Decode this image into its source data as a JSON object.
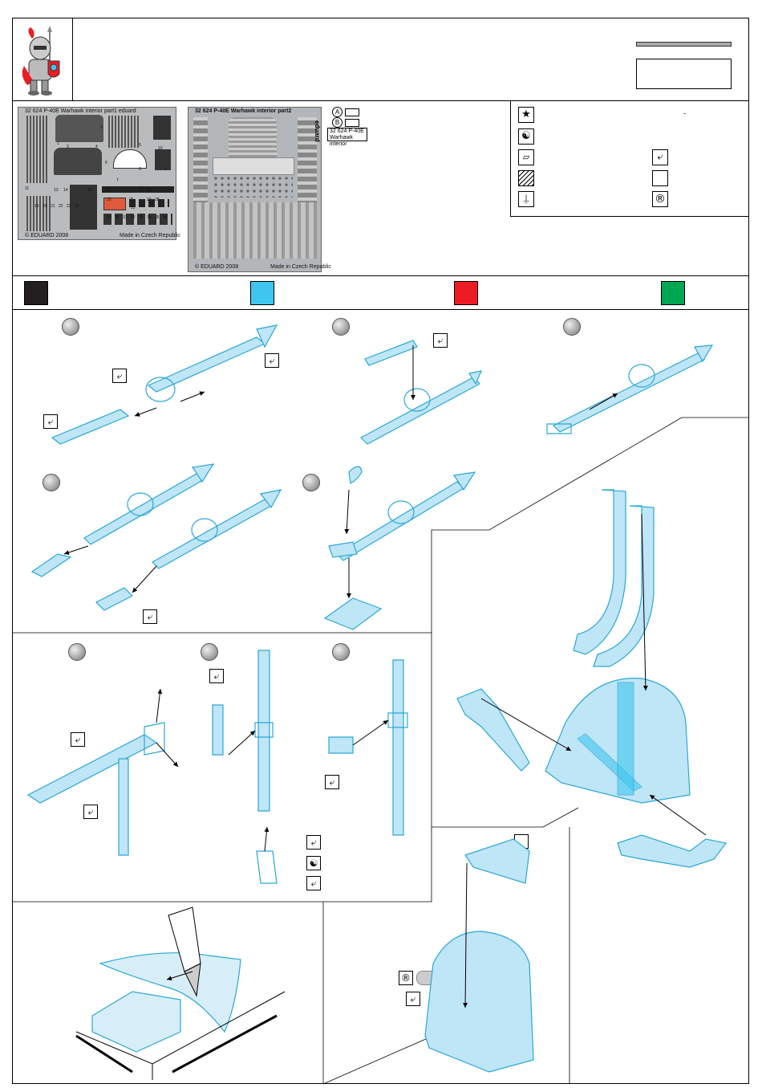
{
  "fret1": {
    "header": "32 624  P-40E Warhawk interior   part1   eduard",
    "copyright": "© EDUARD 2008",
    "origin": "Made in Czech Republic",
    "part_numbers": [
      "1",
      "2",
      "3",
      "4",
      "5",
      "6",
      "7",
      "8",
      "9",
      "10",
      "11",
      "12",
      "13",
      "14",
      "15",
      "16",
      "17",
      "18",
      "19",
      "20",
      "21",
      "22",
      "23",
      "24",
      "25",
      "26",
      "27",
      "28",
      "29",
      "30",
      "31",
      "32",
      "33",
      "34",
      "35",
      "36"
    ]
  },
  "fret2": {
    "header": "32 624  P-40E Warhawk interior  part2",
    "side_label": "eduard",
    "copyright": "© EDUARD 2008",
    "origin": "Made in Czech Republic"
  },
  "fret_key": {
    "a_label": "A",
    "b_label": "B",
    "code": "32 624",
    "name_line1": "P-40E",
    "name_line2": "Warhawk interior"
  },
  "legend": {
    "dash_mark": "-",
    "icons": [
      "star-icon",
      "yin-yang-icon",
      "parallelogram-icon",
      "fold-icon",
      "hatched-icon",
      "check-icon",
      "knife-icon",
      "empty-box-icon",
      "r-circle-icon"
    ]
  },
  "colors": {
    "black": "#231f20",
    "light_blue": "#3fc6f0",
    "red": "#ed1c24",
    "green": "#00a651",
    "part_line": "#2aa7d6",
    "part_fill": "#bfe6f7"
  },
  "bend_mark": "⤶"
}
